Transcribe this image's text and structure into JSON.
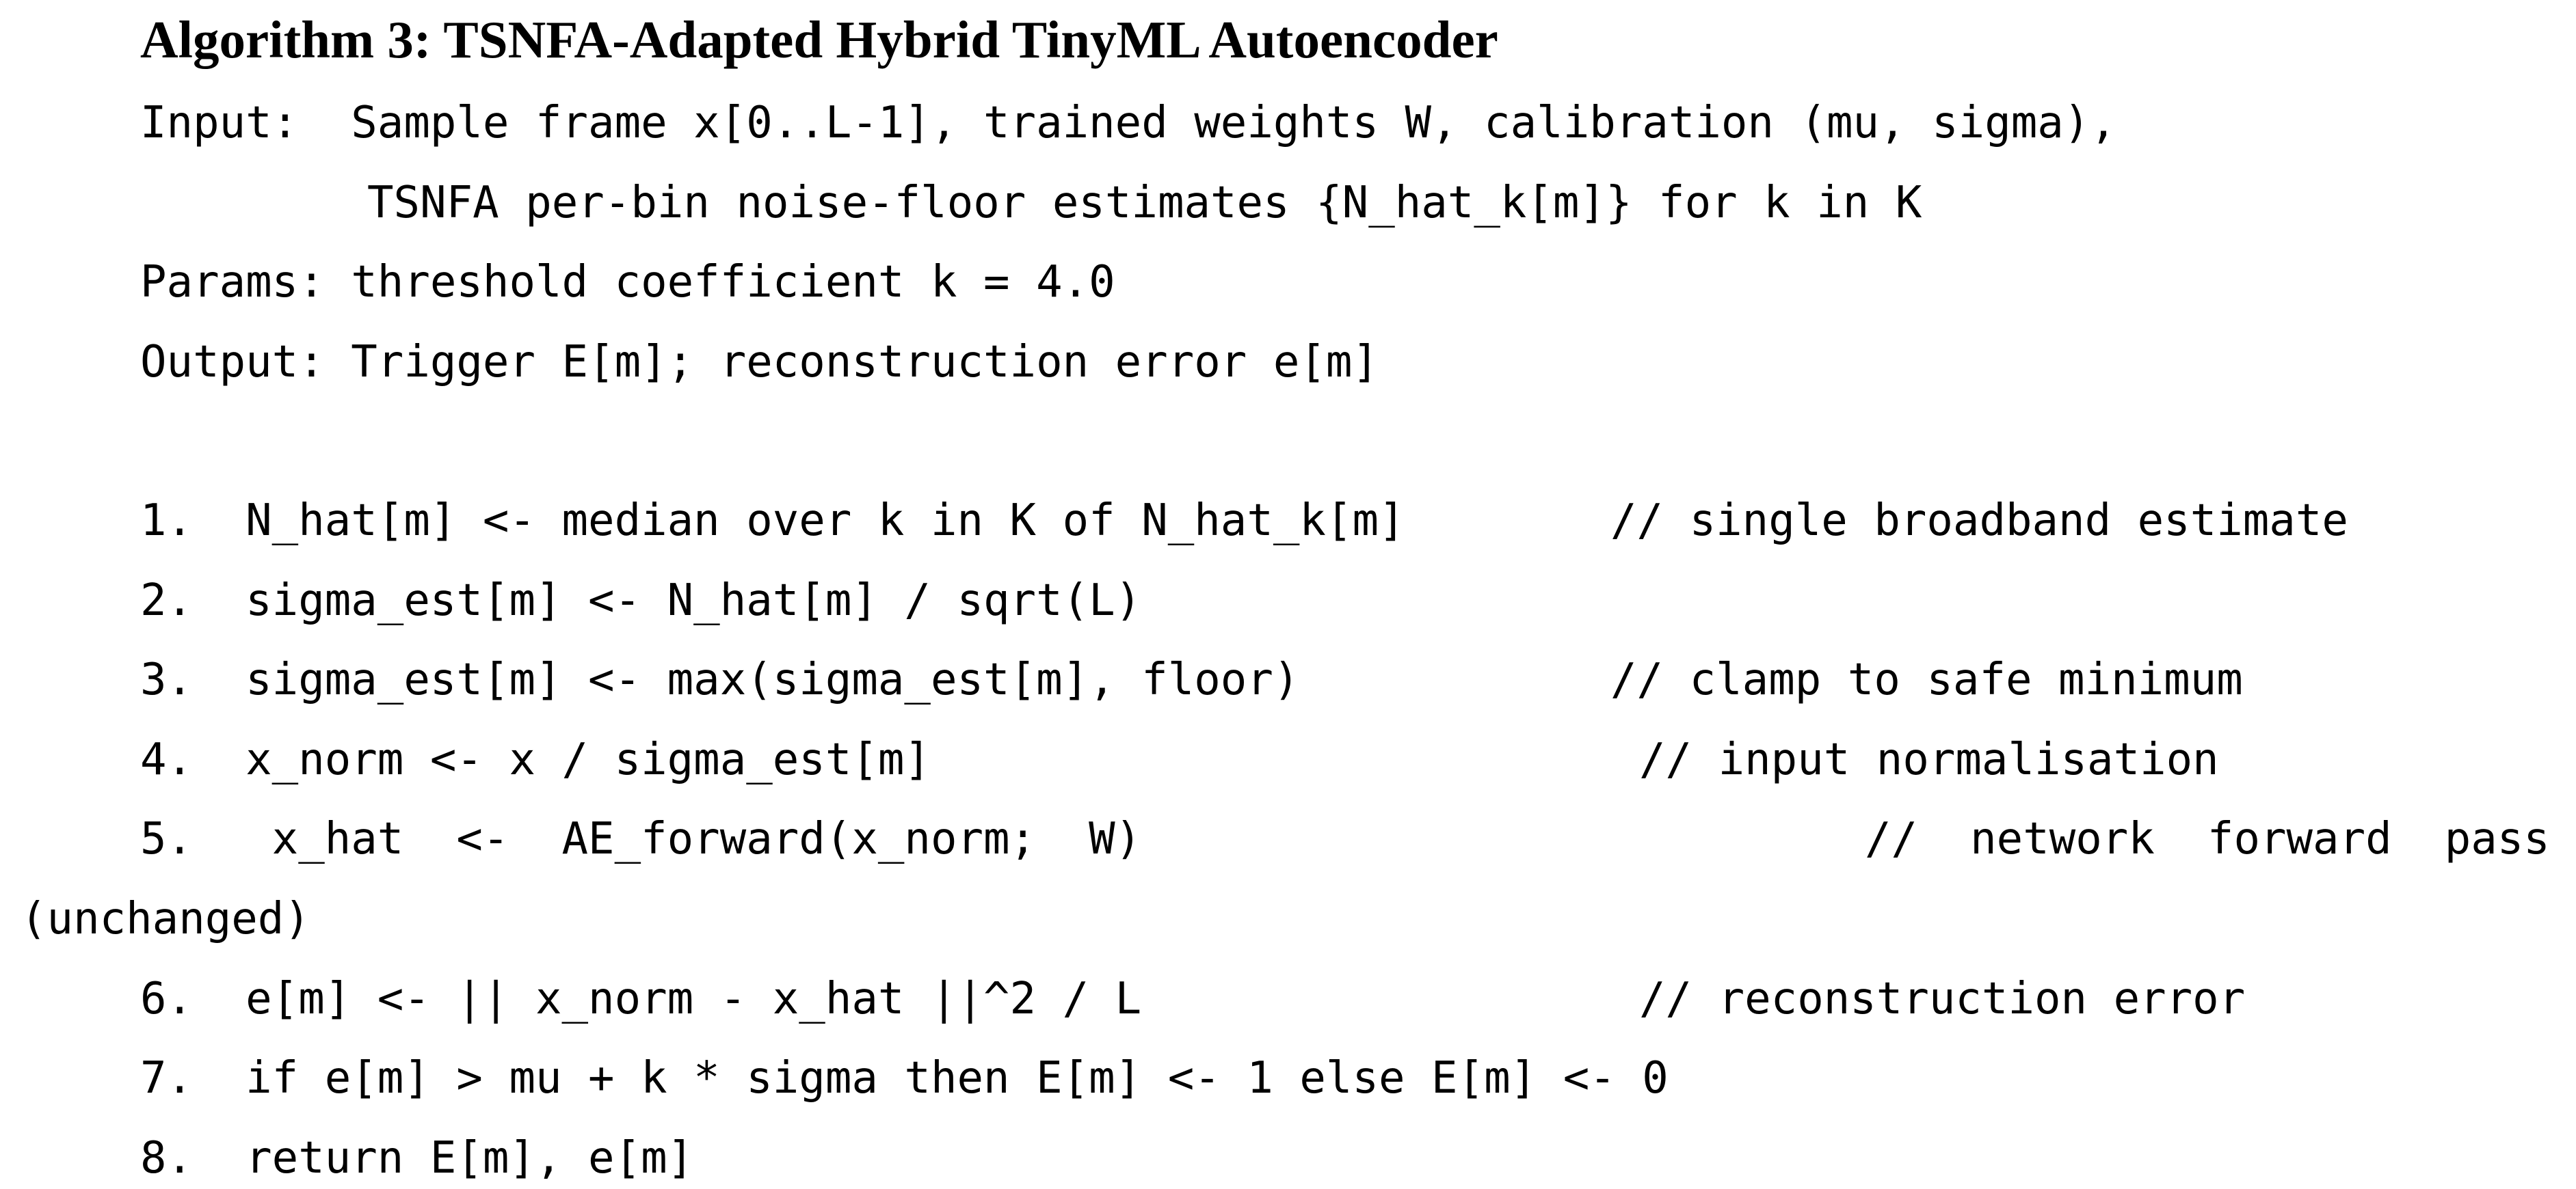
{
  "algorithm": {
    "title": "Algorithm 3: TSNFA-Adapted Hybrid TinyML Autoencoder",
    "input_line1": "Input:  Sample frame x[0..L-1], trained weights W, calibration (mu, sigma),",
    "input_line2": "TSNFA per-bin noise-floor estimates {N_hat_k[m]} for k in K",
    "params": "Params: threshold coefficient k = 4.0",
    "output": "Output: Trigger E[m]; reconstruction error e[m]",
    "steps": [
      {
        "code": "1.  N_hat[m] <- median over k in K of N_hat_k[m]",
        "comment": "// single broadband estimate"
      },
      {
        "code": "2.  sigma_est[m] <- N_hat[m] / sqrt(L)",
        "comment": ""
      },
      {
        "code": "3.  sigma_est[m] <- max(sigma_est[m], floor)",
        "comment": "// clamp to safe minimum"
      },
      {
        "code": "4.  x_norm <- x / sigma_est[m]",
        "comment": "// input normalisation"
      },
      {
        "code": "5.   x_hat  <-  AE_forward(x_norm;  W)",
        "comment": "//  network  forward  pass"
      },
      {
        "code": "(unchanged)",
        "comment": ""
      },
      {
        "code": "6.  e[m] <- || x_norm - x_hat ||^2 / L",
        "comment": "// reconstruction error"
      },
      {
        "code": "7.  if e[m] > mu + k * sigma then E[m] <- 1 else E[m] <- 0",
        "comment": ""
      },
      {
        "code": "8.  return E[m], e[m]",
        "comment": ""
      }
    ]
  }
}
